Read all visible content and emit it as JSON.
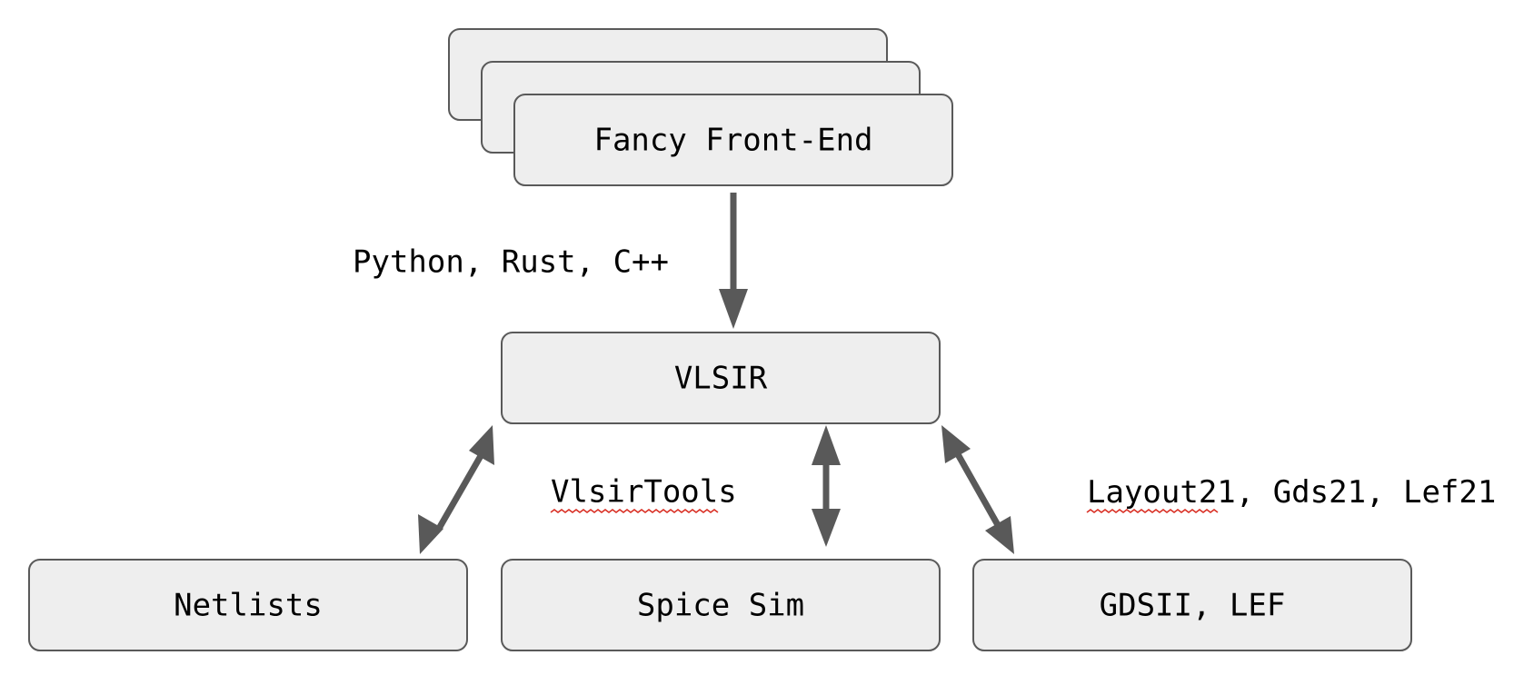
{
  "colors": {
    "box_fill": "#eeeeee",
    "box_stroke": "#595959",
    "arrow": "#595959",
    "text": "#000000",
    "spellcheck_underline": "#d93025"
  },
  "nodes": {
    "front_end": "Fancy Front-End",
    "vlsir": "VLSIR",
    "netlists": "Netlists",
    "spice_sim": "Spice Sim",
    "gdsii_lef": "GDSII, LEF"
  },
  "labels": {
    "languages": "Python, Rust, C++",
    "tools": "VlsirTools",
    "layout_libs_main": "Layout21",
    "layout_libs_rest": ", Gds21, Lef21"
  },
  "edges": [
    {
      "from": "front_end",
      "to": "vlsir",
      "direction": "one-way"
    },
    {
      "from": "vlsir",
      "to": "netlists",
      "direction": "two-way"
    },
    {
      "from": "vlsir",
      "to": "spice_sim",
      "direction": "two-way"
    },
    {
      "from": "vlsir",
      "to": "gdsii_lef",
      "direction": "two-way"
    }
  ]
}
